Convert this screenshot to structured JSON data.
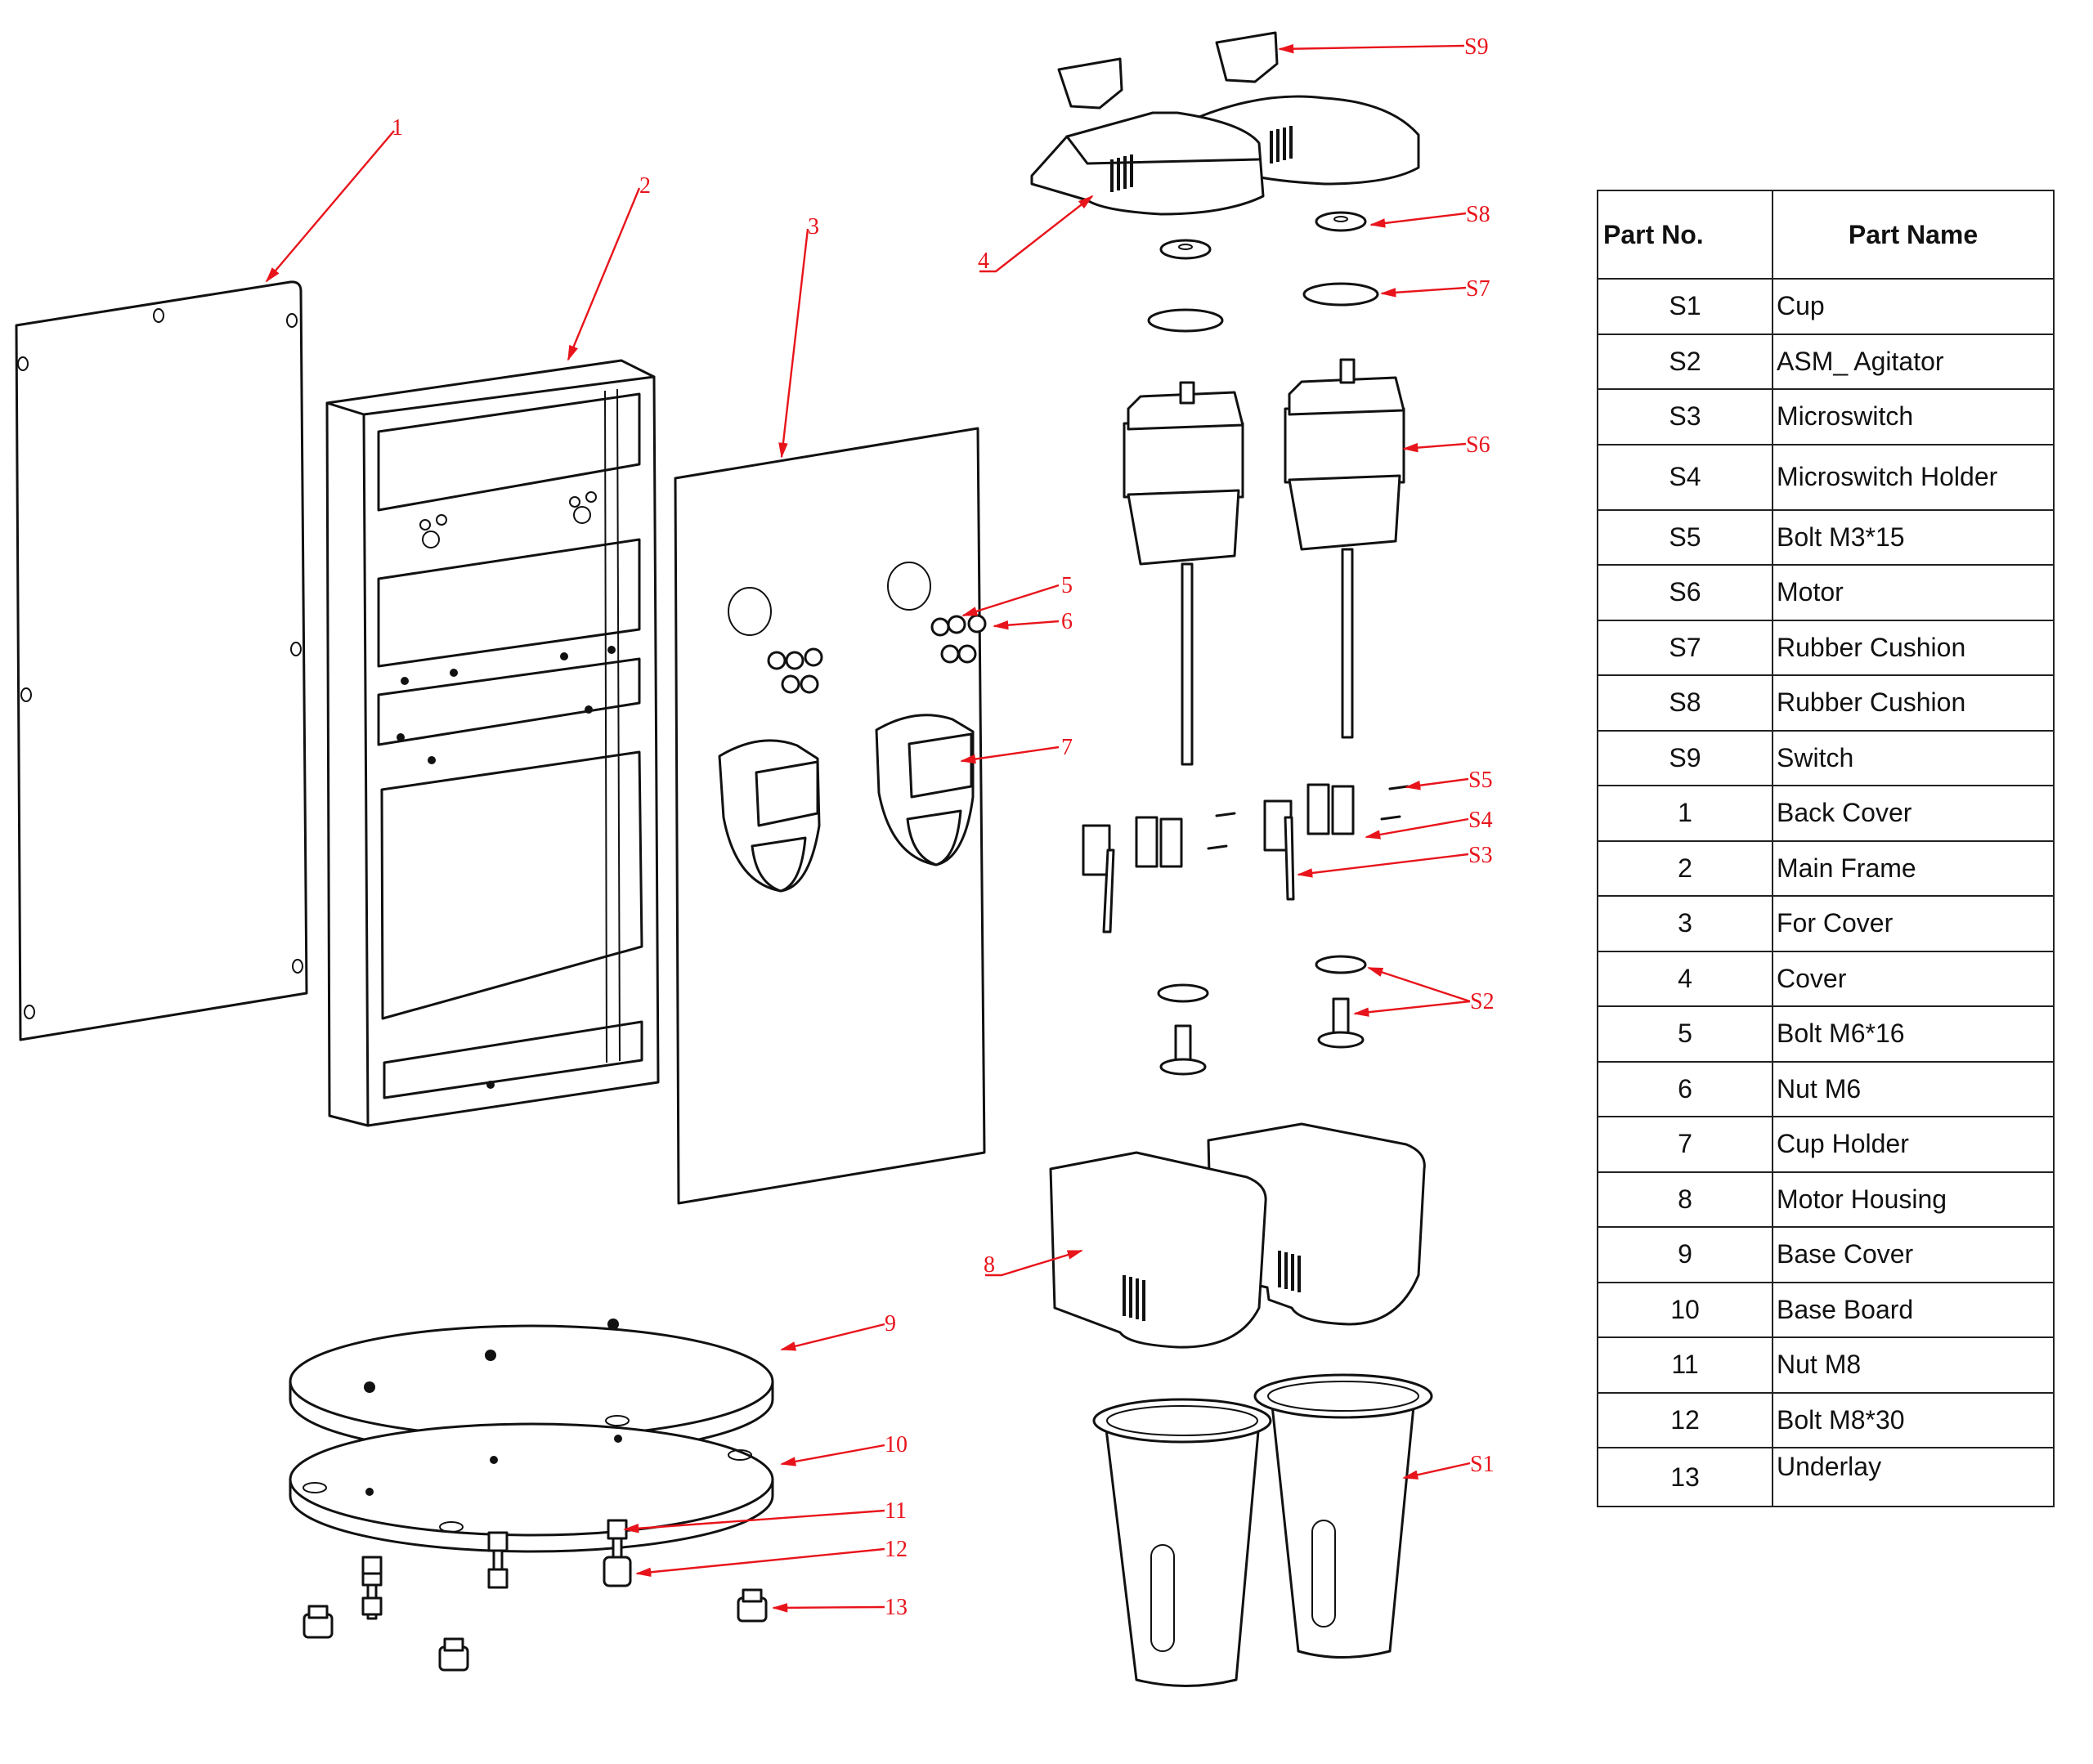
{
  "diagram": {
    "type": "exploded-parts-view",
    "subject": "dual-spindle drink mixer",
    "callouts": [
      {
        "id": "1",
        "label": "1"
      },
      {
        "id": "2",
        "label": "2"
      },
      {
        "id": "3",
        "label": "3"
      },
      {
        "id": "4",
        "label": "4"
      },
      {
        "id": "5",
        "label": "5"
      },
      {
        "id": "6",
        "label": "6"
      },
      {
        "id": "7",
        "label": "7"
      },
      {
        "id": "8",
        "label": "8"
      },
      {
        "id": "9",
        "label": "9"
      },
      {
        "id": "10",
        "label": "10"
      },
      {
        "id": "11",
        "label": "11"
      },
      {
        "id": "12",
        "label": "12"
      },
      {
        "id": "13",
        "label": "13"
      },
      {
        "id": "S1",
        "label": "S1"
      },
      {
        "id": "S2",
        "label": "S2"
      },
      {
        "id": "S3",
        "label": "S3"
      },
      {
        "id": "S4",
        "label": "S4"
      },
      {
        "id": "S5",
        "label": "S5"
      },
      {
        "id": "S6",
        "label": "S6"
      },
      {
        "id": "S7",
        "label": "S7"
      },
      {
        "id": "S8",
        "label": "S8"
      },
      {
        "id": "S9",
        "label": "S9"
      }
    ],
    "callout_color": "#e8141b",
    "line_color": "#111111"
  },
  "parts_table": {
    "headers": {
      "part_no": "Part No.",
      "part_name": "Part Name"
    },
    "rows": [
      {
        "no": "S1",
        "name": "Cup"
      },
      {
        "no": "S2",
        "name": "ASM_ Agitator"
      },
      {
        "no": "S3",
        "name": "Microswitch"
      },
      {
        "no": "S4",
        "name": "Microswitch Holder"
      },
      {
        "no": "S5",
        "name": "Bolt M3*15"
      },
      {
        "no": "S6",
        "name": "Motor"
      },
      {
        "no": "S7",
        "name": "Rubber Cushion"
      },
      {
        "no": "S8",
        "name": "Rubber Cushion"
      },
      {
        "no": "S9",
        "name": "Switch"
      },
      {
        "no": "1",
        "name": "Back Cover"
      },
      {
        "no": "2",
        "name": "Main Frame"
      },
      {
        "no": "3",
        "name": "For Cover"
      },
      {
        "no": "4",
        "name": "Cover"
      },
      {
        "no": "5",
        "name": "Bolt M6*16"
      },
      {
        "no": "6",
        "name": "Nut M6"
      },
      {
        "no": "7",
        "name": "Cup Holder"
      },
      {
        "no": "8",
        "name": "Motor Housing"
      },
      {
        "no": "9",
        "name": "Base Cover"
      },
      {
        "no": "10",
        "name": "Base Board"
      },
      {
        "no": "11",
        "name": "Nut M8"
      },
      {
        "no": "12",
        "name": "Bolt M8*30"
      },
      {
        "no": "13",
        "name": "Underlay"
      }
    ]
  }
}
